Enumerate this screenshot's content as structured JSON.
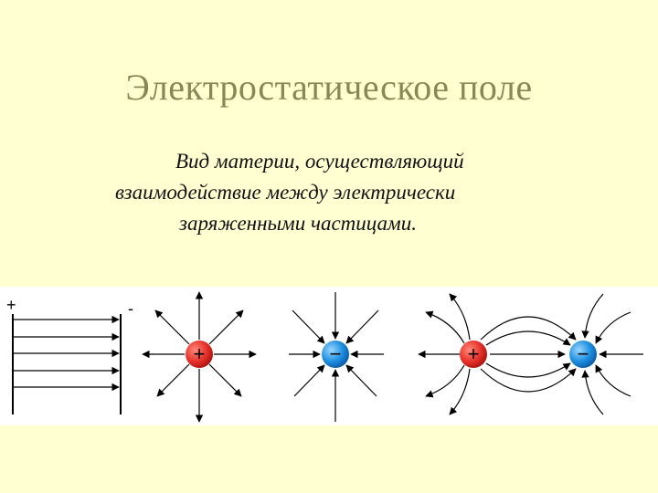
{
  "slide": {
    "title": "Электростатическое поле",
    "definition": {
      "line1": "Вид материи, осуществляющий",
      "line2": "взаимодействие между электрически",
      "line3": "заряженными частицами."
    }
  },
  "diagram": {
    "plate_plus": "+",
    "plate_minus": "-",
    "positive_sign": "+",
    "negative_sign": "−",
    "colors": {
      "positive": "#E8322A",
      "negative": "#1E8FE0",
      "background": "#FFFFD2",
      "title": "#888855"
    }
  }
}
